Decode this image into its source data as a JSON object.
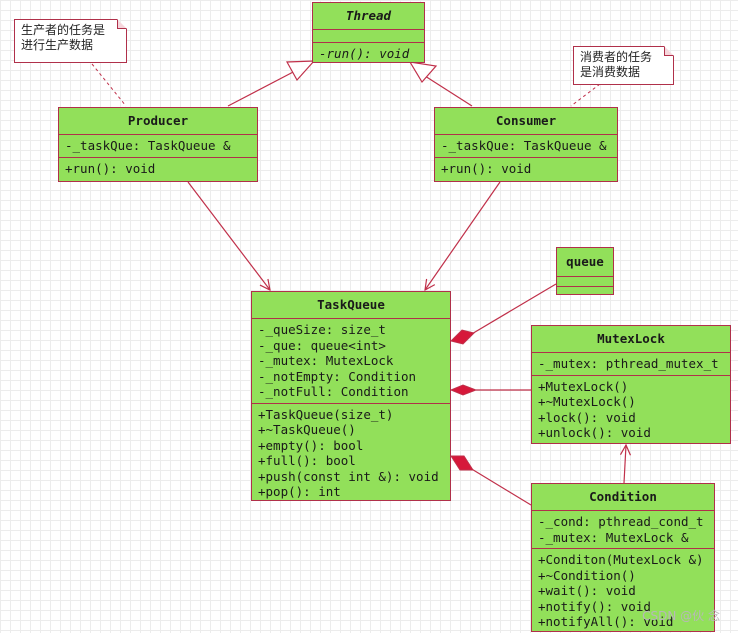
{
  "notes": {
    "producer": [
      "生产者的任务是",
      "进行生产数据"
    ],
    "consumer": [
      "消费者的任务",
      "是消费数据"
    ]
  },
  "classes": {
    "thread": {
      "name": "Thread",
      "attributes": [],
      "methods": [
        "-run(): void"
      ]
    },
    "producer": {
      "name": "Producer",
      "attributes": [
        "-_taskQue: TaskQueue &"
      ],
      "methods": [
        "+run(): void"
      ]
    },
    "consumer": {
      "name": "Consumer",
      "attributes": [
        "-_taskQue: TaskQueue &"
      ],
      "methods": [
        "+run(): void"
      ]
    },
    "queue": {
      "name": "queue",
      "attributes": [],
      "methods": []
    },
    "taskqueue": {
      "name": "TaskQueue",
      "attributes": [
        "-_queSize: size_t",
        "-_que: queue<int>",
        "-_mutex: MutexLock",
        "-_notEmpty: Condition",
        "-_notFull: Condition"
      ],
      "methods": [
        "+TaskQueue(size_t)",
        "+~TaskQueue()",
        "+empty(): bool",
        "+full(): bool",
        "+push(const int &): void",
        "+pop(): int"
      ]
    },
    "mutexlock": {
      "name": "MutexLock",
      "attributes": [
        "-_mutex: pthread_mutex_t"
      ],
      "methods": [
        "+MutexLock()",
        "+~MutexLock()",
        "+lock(): void",
        "+unlock(): void"
      ]
    },
    "condition": {
      "name": "Condition",
      "attributes": [
        "-_cond: pthread_cond_t",
        "-_mutex: MutexLock &"
      ],
      "methods": [
        "+Conditon(MutexLock &)",
        "+~Condition()",
        "+wait(): void",
        "+notify(): void",
        "+notifyAll(): void"
      ]
    }
  },
  "watermark": "CSDN @伙 念",
  "colors": {
    "class_fill": "#92e05a",
    "border": "#b0304a",
    "note_fill": "#ffffff"
  }
}
